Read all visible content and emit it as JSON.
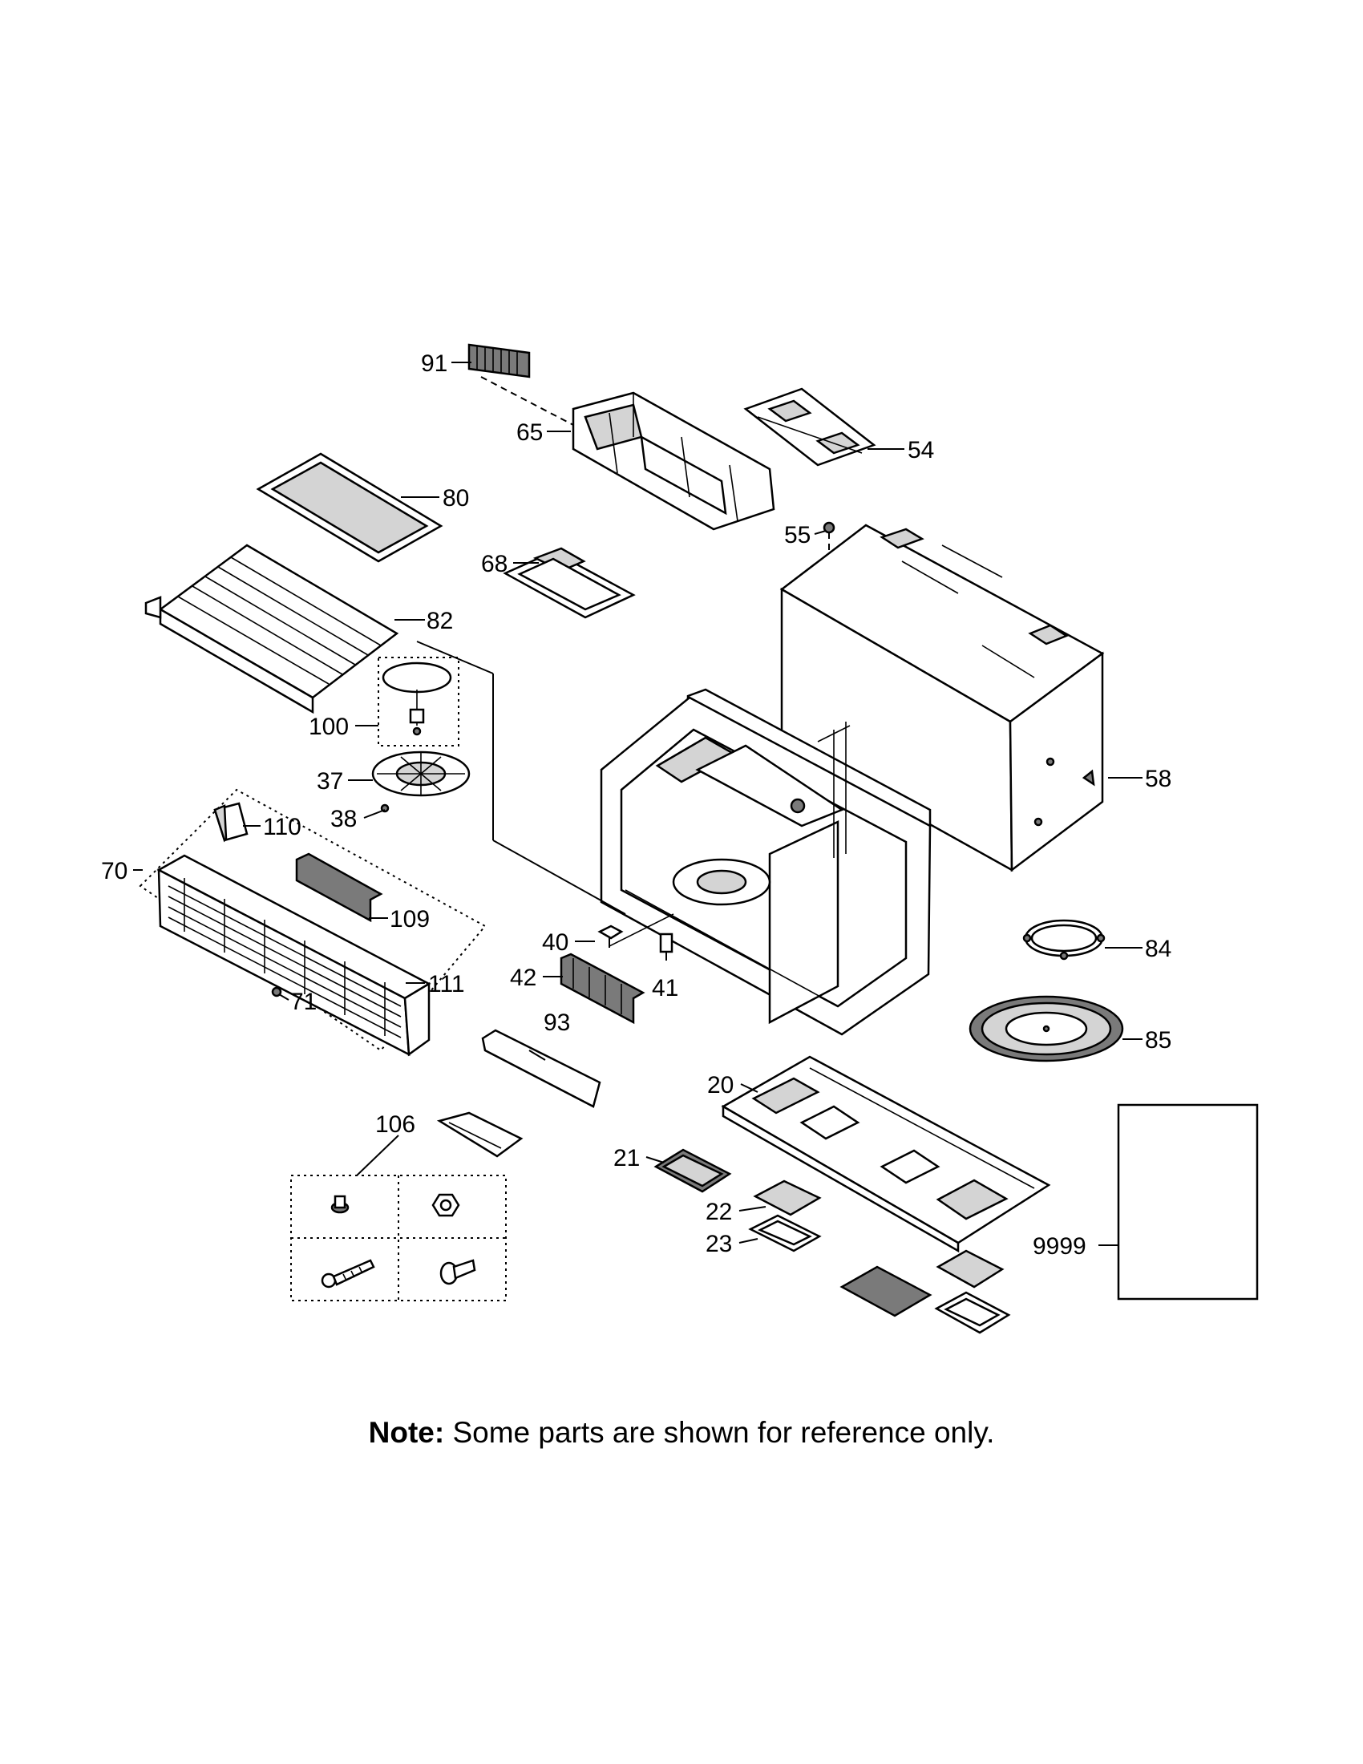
{
  "callouts": {
    "c91": "91",
    "c65": "65",
    "c54": "54",
    "c80": "80",
    "c55": "55",
    "c68": "68",
    "c82": "82",
    "c100": "100",
    "c37": "37",
    "c38": "38",
    "c58": "58",
    "c110": "110",
    "c70": "70",
    "c109": "109",
    "c40": "40",
    "c84": "84",
    "c111": "111",
    "c42": "42",
    "c41": "41",
    "c71": "71",
    "c93": "93",
    "c85": "85",
    "c20": "20",
    "c106": "106",
    "c21": "21",
    "c22": "22",
    "c23": "23",
    "c9999": "9999"
  },
  "note": {
    "label": "Note:",
    "text": " Some parts are shown for reference only."
  }
}
